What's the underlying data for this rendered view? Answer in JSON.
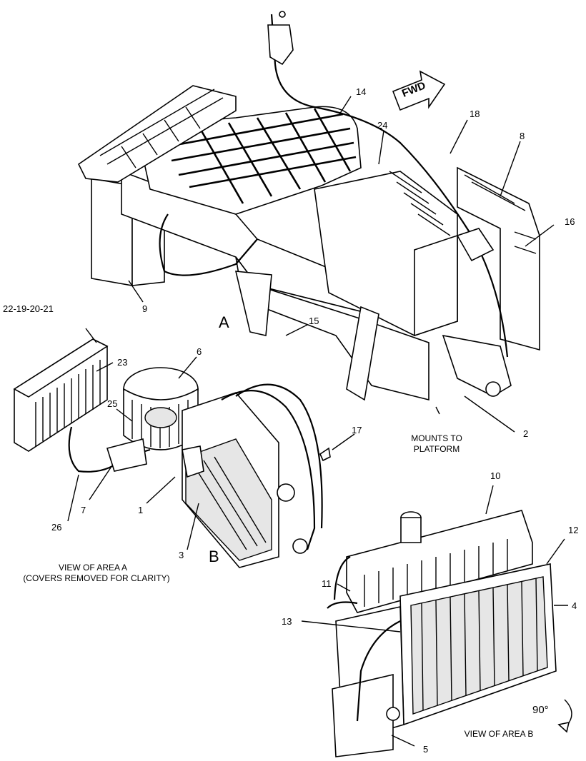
{
  "callouts": {
    "c1": "1",
    "c2": "2",
    "c3": "3",
    "c4": "4",
    "c5": "5",
    "c6": "6",
    "c7": "7",
    "c8": "8",
    "c9": "9",
    "c10": "10",
    "c11": "11",
    "c12": "12",
    "c13": "13",
    "c14": "14",
    "c15": "15",
    "c16": "16",
    "c17": "17",
    "c18": "18",
    "c22_19_20_21": "22-19-20-21",
    "c23": "23",
    "c24": "24",
    "c25": "25",
    "c26": "26"
  },
  "area_labels": {
    "a": "A",
    "b": "B"
  },
  "direction": {
    "fwd": "FWD",
    "rotation": "90°"
  },
  "notes": {
    "mounts_line1": "MOUNTS TO",
    "mounts_line2": "PLATFORM",
    "view_a_line1": "VIEW OF AREA  A",
    "view_a_line2": "(COVERS REMOVED FOR CLARITY)",
    "view_b": "VIEW OF AREA  B"
  }
}
